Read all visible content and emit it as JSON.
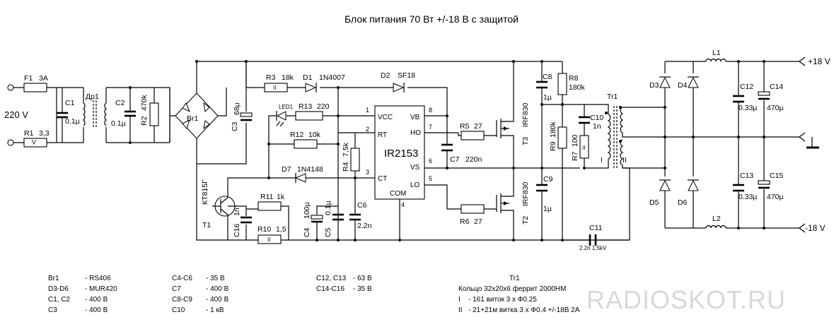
{
  "title": "Блок питания 70 Вт +/-18 В с защитой",
  "watermark": "RADIOSKOT.RU",
  "terminals": {
    "mains": "220 V",
    "pos": "+18 V",
    "neg": "-18 V"
  },
  "labels": {
    "F1": "F1",
    "F1v": "3A",
    "R1": "R1",
    "R1v": "3,3",
    "Dr1": "Др1",
    "C1": "C1",
    "C1v": "0.1µ",
    "C2": "C2",
    "C2v": "0.1µ",
    "R2": "R2",
    "R2v": "470k",
    "Br1": "Br1",
    "C3": "C3",
    "C3v": "68µ",
    "R3": "R3",
    "R3v": "18k",
    "D1": "D1",
    "D1v": "1N4007",
    "D2": "D2",
    "D2v": "SF18",
    "LED1": "LED1",
    "R13": "R13",
    "R13v": "220",
    "R12": "R12",
    "R12v": "10k",
    "R4": "R4",
    "R4v": "7,5k",
    "D7": "D7",
    "D7v": "1N4148",
    "T1": "T1",
    "T1v": "КТ815Г",
    "R11": "R11",
    "R11v": "1k",
    "R10": "R10",
    "R10v": "1,5",
    "C16": "C16",
    "C16v": "1n",
    "C4": "C4",
    "C4v": "100µ",
    "C5": "C5",
    "C5v": "0.1µ",
    "C6": "C6",
    "C6v": "2.2n",
    "IC": "IR2153",
    "VCC": "VCC",
    "RT": "RT",
    "CT": "CT",
    "COM": "COM",
    "VB": "VB",
    "HO": "HO",
    "VS": "VS",
    "LO": "LO",
    "p1": "1",
    "p2": "2",
    "p3": "3",
    "p4": "4",
    "p5": "5",
    "p6": "6",
    "p7": "7",
    "p8": "8",
    "C7": "C7",
    "C7v": "220n",
    "R5": "R5",
    "R5v": "27",
    "R6": "R6",
    "R6v": "27",
    "T3": "T3",
    "T3v": "IRF830",
    "T2": "T2",
    "T2v": "IRF830",
    "C8": "C8",
    "C8v": "1µ",
    "R8": "R8",
    "R8v": "180k",
    "C9": "C9",
    "C9v": "1µ",
    "R9": "R9",
    "R9v": "180k",
    "C10": "C10",
    "C10v": "1n",
    "R7": "R7",
    "R7v": "100",
    "Tr1": "Tr1",
    "wI": "I",
    "wII": "II",
    "C11": "C11",
    "C11v": "2.2n 1,5kV",
    "D3": "D3",
    "D4": "D4",
    "D5": "D5",
    "D6": "D6",
    "L1": "L1",
    "L2": "L2",
    "C12": "C12",
    "C12v": "0.33µ",
    "C13": "C13",
    "C13v": "0.33µ",
    "C14": "C14",
    "C14v": "470µ",
    "C15": "C15",
    "C15v": "470µ"
  },
  "legend": {
    "col1": [
      {
        "k": "Br1",
        "v": "- RS406"
      },
      {
        "k": "D3-D6",
        "v": "- MUR420"
      },
      {
        "k": "C1, C2",
        "v": "- 400 В"
      },
      {
        "k": "C3",
        "v": "- 400 В"
      }
    ],
    "col2": [
      {
        "k": "C4-C6",
        "v": "- 35 В"
      },
      {
        "k": "C7",
        "v": "- 400 В"
      },
      {
        "k": "C8-C9",
        "v": "- 400 В"
      },
      {
        "k": "C10",
        "v": "- 1 кВ"
      }
    ],
    "col3": [
      {
        "k": "C12, C13",
        "v": "- 63 В"
      },
      {
        "k": "C14-C16",
        "v": "- 35 В"
      }
    ],
    "tr": {
      "title": "Tr1",
      "core": "Кольцо 32х20х6 феррит 2000НМ",
      "w1k": "I",
      "w1v": "- 161 виток  3 х Ф0.25",
      "w2k": "II",
      "w2v": "- 21+21м витка  3 х Ф0.4   +/-18В  2А"
    }
  }
}
